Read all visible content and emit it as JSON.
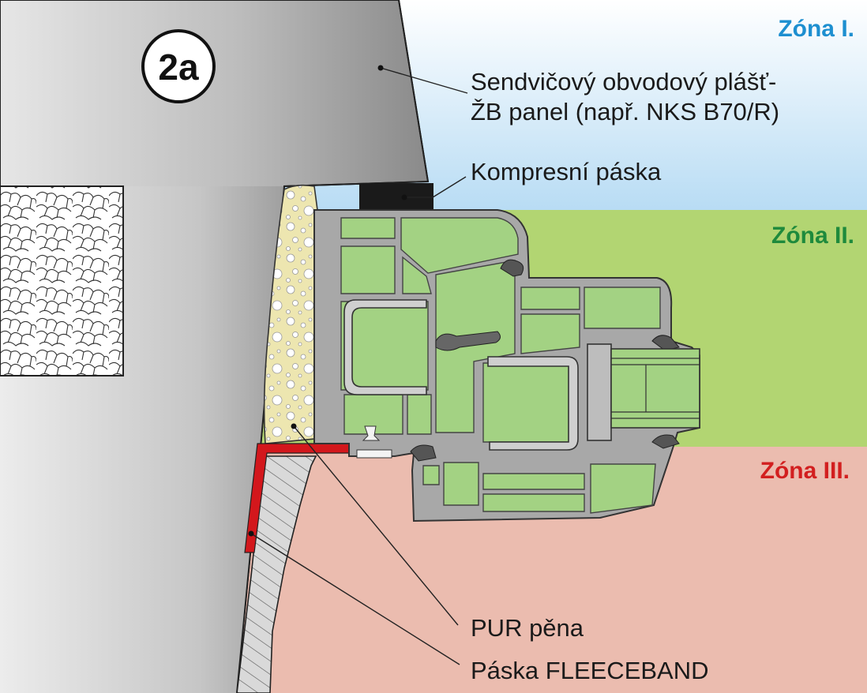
{
  "badge": "2a",
  "zones": [
    {
      "label": "Zóna I.",
      "color": "#1d8fd0"
    },
    {
      "label": "Zóna II.",
      "color": "#1e8a3c"
    },
    {
      "label": "Zóna III.",
      "color": "#d21f1f"
    }
  ],
  "callouts": {
    "panel_line1": "Sendvičový obvodový plášť-",
    "panel_line2": "ŽB panel (např. NKS B70/R)",
    "compression_tape": "Kompresní páska",
    "pur_foam": "PUR pěna",
    "fleeceband_tape": "Páska FLEECEBAND"
  },
  "colors": {
    "zone1_top": "#ffffff",
    "zone1_bottom": "#b8dcf4",
    "zone2": "#b2d572",
    "zone3": "#ebbcaf",
    "profile": "#a3d283",
    "foam": "#ede6b0",
    "fleeceband": "#d3171c",
    "compression_tape": "#1a1a1a"
  }
}
